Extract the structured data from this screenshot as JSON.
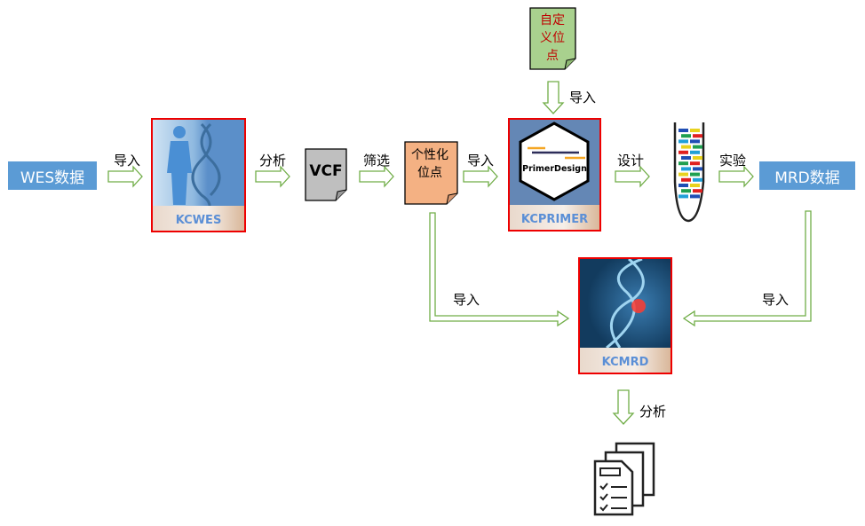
{
  "nodes": {
    "wes": "WES数据",
    "kcwes": "KCWES",
    "vcf": "VCF",
    "personal_sites": "个性化位点",
    "custom_sites": "自定义位点",
    "kcprimer": "KCPRIMER",
    "primerdesign": "PrimerDesign",
    "mrd": "MRD数据",
    "kcmrd": "KCMRD"
  },
  "edges": {
    "import1": "导入",
    "analyze1": "分析",
    "filter": "筛选",
    "import2": "导入",
    "import_custom": "导入",
    "design": "设计",
    "experiment": "实验",
    "import_personal_mrd": "导入",
    "import_mrd": "导入",
    "analyze2": "分析"
  },
  "colors": {
    "blue": "#5b9bd5",
    "arrow": "#70ad47",
    "red": "#e00000",
    "orange": "#f4b183",
    "green": "#a9d18e"
  }
}
